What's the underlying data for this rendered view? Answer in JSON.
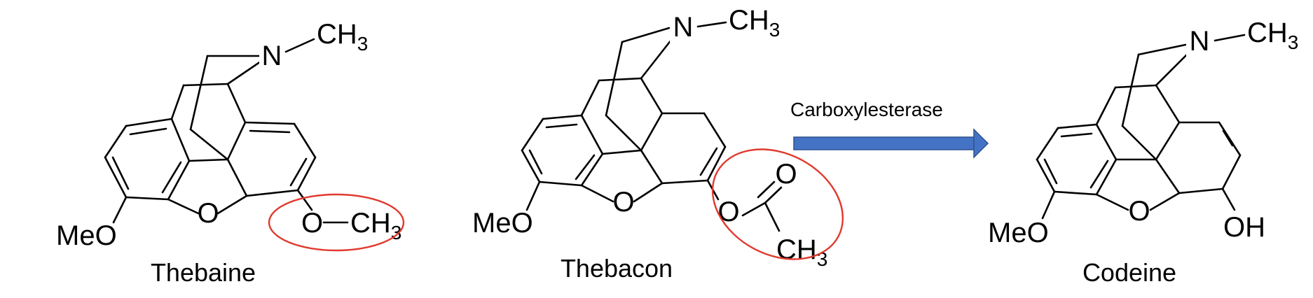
{
  "molecules": [
    {
      "caption": "Thebaine",
      "labels": {
        "n": "N",
        "nmethyl": "CH",
        "nmethyl_sub": "3",
        "ring_o": "O",
        "methoxy": "MeO",
        "sub_o": "O",
        "sub_dash": "—",
        "sub_methyl": "CH",
        "sub_methyl_sub": "3"
      }
    },
    {
      "caption": "Thebacon",
      "labels": {
        "n": "N",
        "nmethyl": "CH",
        "nmethyl_sub": "3",
        "ring_o": "O",
        "methoxy": "MeO",
        "ester_o": "O",
        "carbonyl_o": "O",
        "acetyl_methyl": "CH",
        "acetyl_methyl_sub": "3"
      }
    },
    {
      "caption": "Codeine",
      "labels": {
        "n": "N",
        "nmethyl": "CH",
        "nmethyl_sub": "3",
        "ring_o": "O",
        "methoxy": "MeO",
        "hydroxyl": "OH"
      }
    }
  ],
  "reaction": {
    "enzyme": "Carboxylesterase",
    "arrow_color": "#4472c4"
  },
  "highlight": {
    "color": "#e03a2f"
  }
}
